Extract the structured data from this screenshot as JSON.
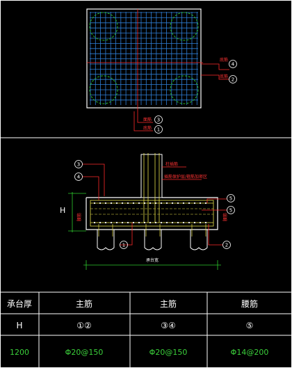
{
  "colors": {
    "background": "#000000",
    "frame": "#ffffff",
    "grid_mesh": "#2f7fd8",
    "pile_circle": "#2ab52a",
    "leader": "#ff2a2a",
    "rebar_yellow": "#e8e04a",
    "dimension_green": "#2ecc2e",
    "table_value_green": "#3bd13b"
  },
  "plan_view": {
    "labels": {
      "right_upper": "底筋",
      "right_lower": "底筋",
      "bottom_upper": "面筋",
      "bottom_lower": "底筋"
    },
    "markers": {
      "right_upper": "4",
      "right_lower": "2",
      "bottom_upper": "3",
      "bottom_lower": "1"
    }
  },
  "section_view": {
    "labels": {
      "column_bar": "柱插筋",
      "top_note": "插筋保护层/箍筋加密区",
      "height_dim": "H",
      "width_dim": "承台宽",
      "side_left": "腰筋",
      "side_right": "腰筋"
    },
    "markers": {
      "top_left_upper": "3",
      "top_left_lower": "4",
      "right_upper": "5",
      "right_lower": "5",
      "bottom_mid": "1",
      "bottom_right": "2"
    }
  },
  "table": {
    "headers": [
      "承台厚",
      "主筋",
      "主筋",
      "腰筋"
    ],
    "row_labels": [
      "H",
      "①②",
      "③④",
      "⑤"
    ],
    "row_values": [
      "1200",
      "Φ20@150",
      "Φ20@150",
      "Φ14@200"
    ]
  }
}
